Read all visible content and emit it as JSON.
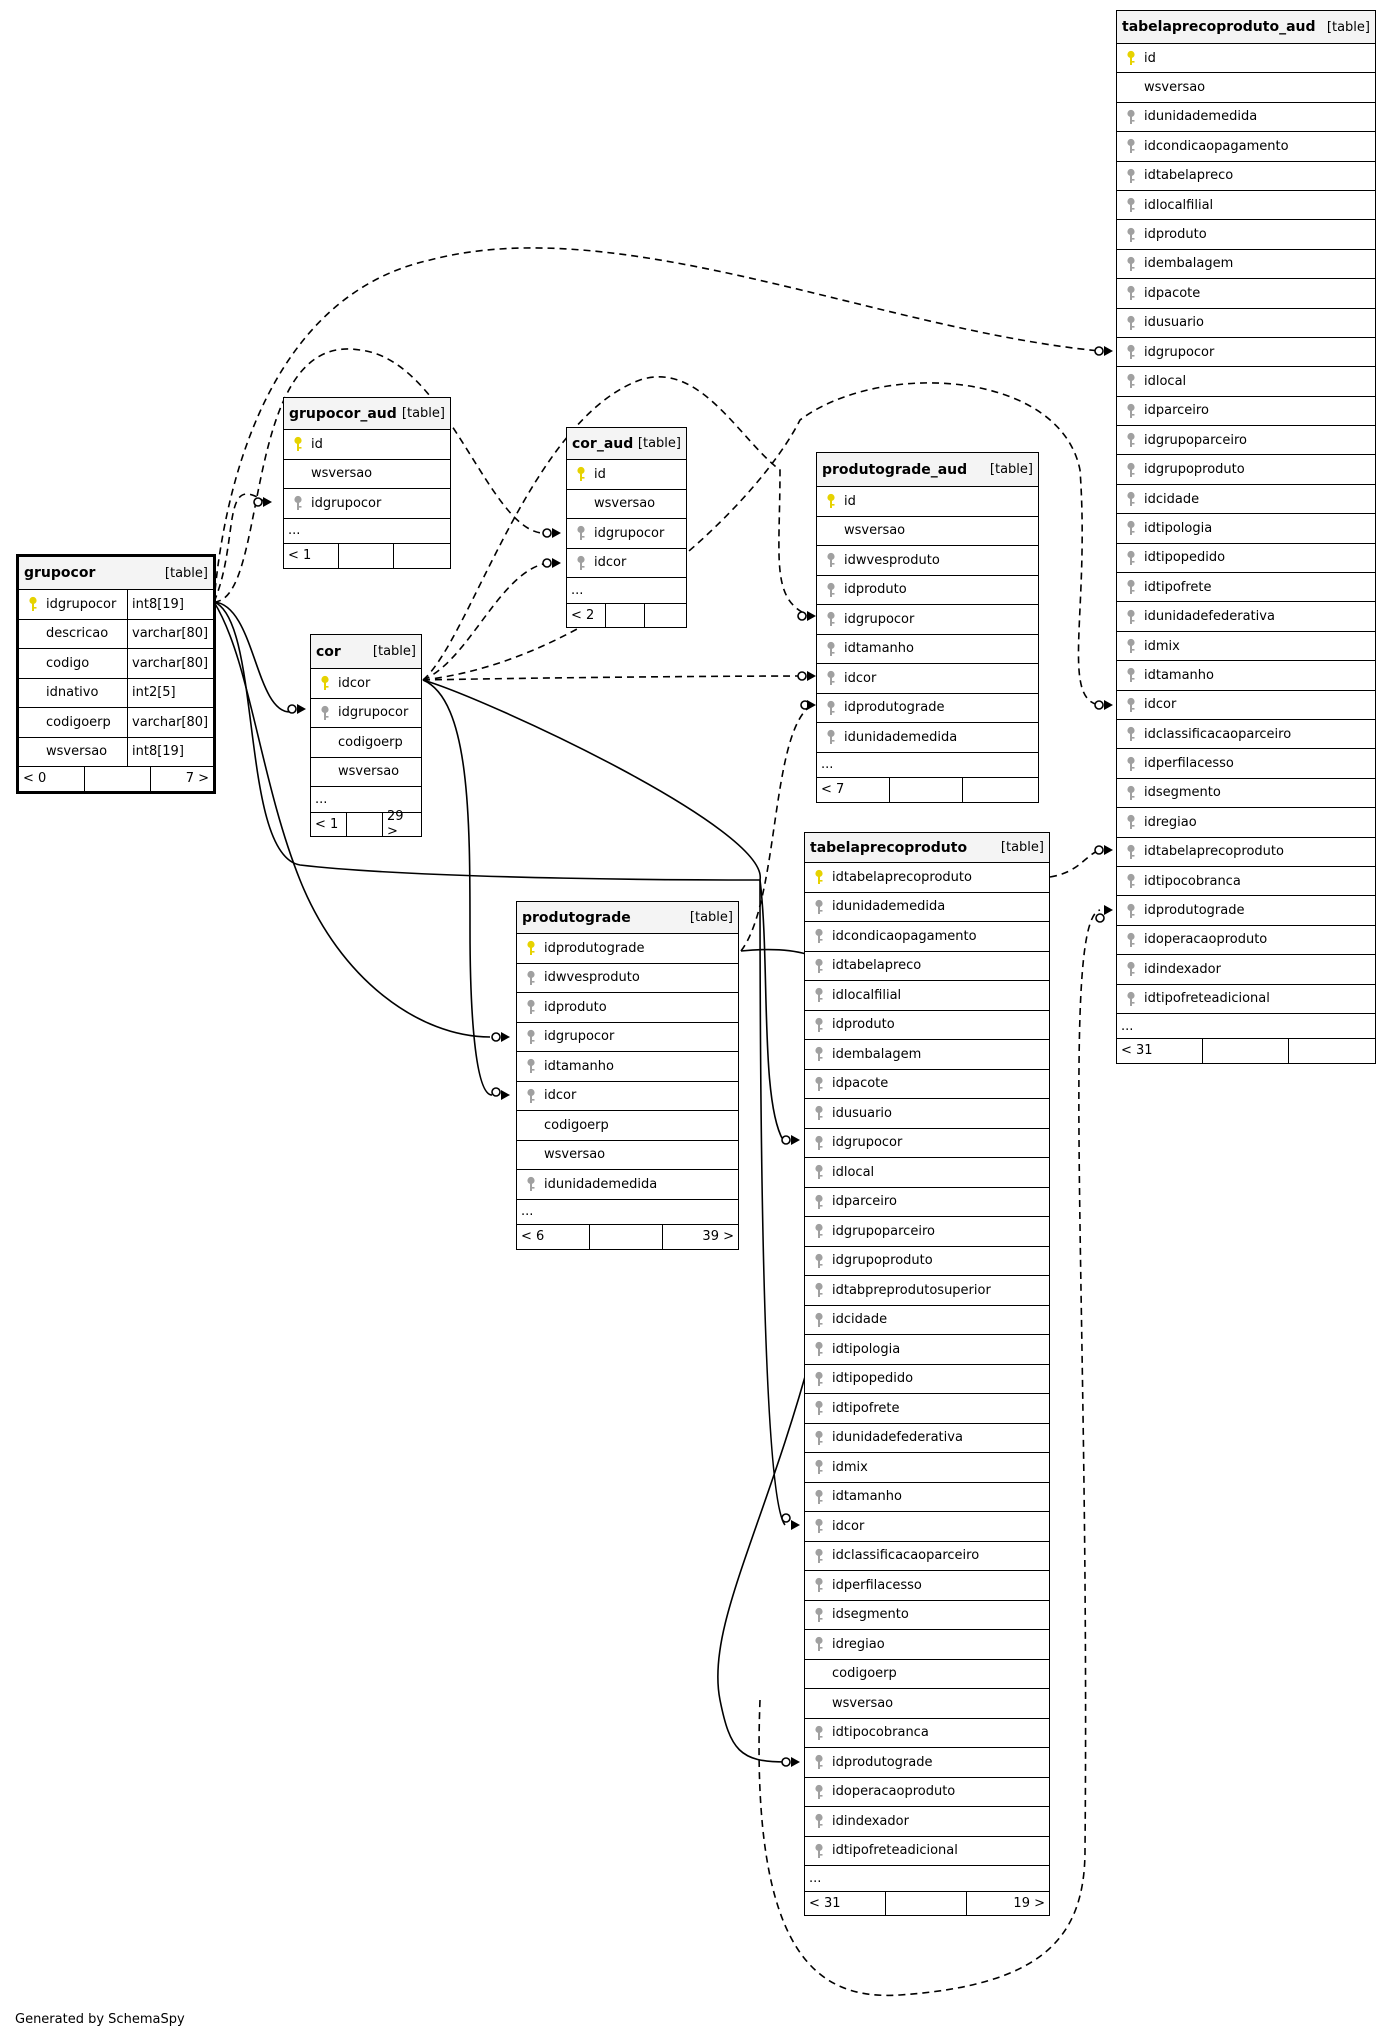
{
  "credit": "Generated by SchemaSpy",
  "colors": {
    "pk_key": "#e6d200",
    "fk_key": "#a0a0a0",
    "header_bg": "#f4f4f4",
    "line": "#000000"
  },
  "tables": {
    "tabelaprecoproduto_aud": {
      "name": "tabelaprecoproduto_aud",
      "type": "[table]",
      "columns": [
        {
          "name": "id",
          "key": "pk"
        },
        {
          "name": "wsversao",
          "key": ""
        },
        {
          "name": "idunidademedida",
          "key": "fk"
        },
        {
          "name": "idcondicaopagamento",
          "key": "fk"
        },
        {
          "name": "idtabelapreco",
          "key": "fk"
        },
        {
          "name": "idlocalfilial",
          "key": "fk"
        },
        {
          "name": "idproduto",
          "key": "fk"
        },
        {
          "name": "idembalagem",
          "key": "fk"
        },
        {
          "name": "idpacote",
          "key": "fk"
        },
        {
          "name": "idusuario",
          "key": "fk"
        },
        {
          "name": "idgrupocor",
          "key": "fk"
        },
        {
          "name": "idlocal",
          "key": "fk"
        },
        {
          "name": "idparceiro",
          "key": "fk"
        },
        {
          "name": "idgrupoparceiro",
          "key": "fk"
        },
        {
          "name": "idgrupoproduto",
          "key": "fk"
        },
        {
          "name": "idcidade",
          "key": "fk"
        },
        {
          "name": "idtipologia",
          "key": "fk"
        },
        {
          "name": "idtipopedido",
          "key": "fk"
        },
        {
          "name": "idtipofrete",
          "key": "fk"
        },
        {
          "name": "idunidadefederativa",
          "key": "fk"
        },
        {
          "name": "idmix",
          "key": "fk"
        },
        {
          "name": "idtamanho",
          "key": "fk"
        },
        {
          "name": "idcor",
          "key": "fk"
        },
        {
          "name": "idclassificacaoparceiro",
          "key": "fk"
        },
        {
          "name": "idperfilacesso",
          "key": "fk"
        },
        {
          "name": "idsegmento",
          "key": "fk"
        },
        {
          "name": "idregiao",
          "key": "fk"
        },
        {
          "name": "idtabelaprecoproduto",
          "key": "fk"
        },
        {
          "name": "idtipocobranca",
          "key": "fk"
        },
        {
          "name": "idprodutograde",
          "key": "fk"
        },
        {
          "name": "idoperacaoproduto",
          "key": "fk"
        },
        {
          "name": "idindexador",
          "key": "fk"
        },
        {
          "name": "idtipofreteadicional",
          "key": "fk"
        }
      ],
      "ellipsis": "...",
      "footer": {
        "parents": "< 31",
        "children": ""
      }
    },
    "grupocor_aud": {
      "name": "grupocor_aud",
      "type": "[table]",
      "columns": [
        {
          "name": "id",
          "key": "pk"
        },
        {
          "name": "wsversao",
          "key": ""
        },
        {
          "name": "idgrupocor",
          "key": "fk"
        }
      ],
      "ellipsis": "...",
      "footer": {
        "parents": "< 1",
        "children": ""
      }
    },
    "cor_aud": {
      "name": "cor_aud",
      "type": "[table]",
      "columns": [
        {
          "name": "id",
          "key": "pk"
        },
        {
          "name": "wsversao",
          "key": ""
        },
        {
          "name": "idgrupocor",
          "key": "fk"
        },
        {
          "name": "idcor",
          "key": "fk"
        }
      ],
      "ellipsis": "...",
      "footer": {
        "parents": "< 2",
        "children": ""
      }
    },
    "produtograde_aud": {
      "name": "produtograde_aud",
      "type": "[table]",
      "columns": [
        {
          "name": "id",
          "key": "pk"
        },
        {
          "name": "wsversao",
          "key": ""
        },
        {
          "name": "idwvesproduto",
          "key": "fk"
        },
        {
          "name": "idproduto",
          "key": "fk"
        },
        {
          "name": "idgrupocor",
          "key": "fk"
        },
        {
          "name": "idtamanho",
          "key": "fk"
        },
        {
          "name": "idcor",
          "key": "fk"
        },
        {
          "name": "idprodutograde",
          "key": "fk"
        },
        {
          "name": "idunidademedida",
          "key": "fk"
        }
      ],
      "ellipsis": "...",
      "footer": {
        "parents": "< 7",
        "children": ""
      }
    },
    "grupocor": {
      "name": "grupocor",
      "type": "[table]",
      "columns": [
        {
          "name": "idgrupocor",
          "key": "pk",
          "type": "int8[19]"
        },
        {
          "name": "descricao",
          "key": "",
          "type": "varchar[80]"
        },
        {
          "name": "codigo",
          "key": "",
          "type": "varchar[80]"
        },
        {
          "name": "idnativo",
          "key": "",
          "type": "int2[5]"
        },
        {
          "name": "codigoerp",
          "key": "",
          "type": "varchar[80]"
        },
        {
          "name": "wsversao",
          "key": "",
          "type": "int8[19]"
        }
      ],
      "footer": {
        "parents": "< 0",
        "children": "7 >"
      }
    },
    "cor": {
      "name": "cor",
      "type": "[table]",
      "columns": [
        {
          "name": "idcor",
          "key": "pk"
        },
        {
          "name": "idgrupocor",
          "key": "fk"
        },
        {
          "name": "codigoerp",
          "key": ""
        },
        {
          "name": "wsversao",
          "key": ""
        }
      ],
      "ellipsis": "...",
      "footer": {
        "parents": "< 1",
        "children": "29 >"
      }
    },
    "tabelaprecoproduto": {
      "name": "tabelaprecoproduto",
      "type": "[table]",
      "columns": [
        {
          "name": "idtabelaprecoproduto",
          "key": "pk"
        },
        {
          "name": "idunidademedida",
          "key": "fk"
        },
        {
          "name": "idcondicaopagamento",
          "key": "fk"
        },
        {
          "name": "idtabelapreco",
          "key": "fk"
        },
        {
          "name": "idlocalfilial",
          "key": "fk"
        },
        {
          "name": "idproduto",
          "key": "fk"
        },
        {
          "name": "idembalagem",
          "key": "fk"
        },
        {
          "name": "idpacote",
          "key": "fk"
        },
        {
          "name": "idusuario",
          "key": "fk"
        },
        {
          "name": "idgrupocor",
          "key": "fk"
        },
        {
          "name": "idlocal",
          "key": "fk"
        },
        {
          "name": "idparceiro",
          "key": "fk"
        },
        {
          "name": "idgrupoparceiro",
          "key": "fk"
        },
        {
          "name": "idgrupoproduto",
          "key": "fk"
        },
        {
          "name": "idtabpreprodutosuperior",
          "key": "fk"
        },
        {
          "name": "idcidade",
          "key": "fk"
        },
        {
          "name": "idtipologia",
          "key": "fk"
        },
        {
          "name": "idtipopedido",
          "key": "fk"
        },
        {
          "name": "idtipofrete",
          "key": "fk"
        },
        {
          "name": "idunidadefederativa",
          "key": "fk"
        },
        {
          "name": "idmix",
          "key": "fk"
        },
        {
          "name": "idtamanho",
          "key": "fk"
        },
        {
          "name": "idcor",
          "key": "fk"
        },
        {
          "name": "idclassificacaoparceiro",
          "key": "fk"
        },
        {
          "name": "idperfilacesso",
          "key": "fk"
        },
        {
          "name": "idsegmento",
          "key": "fk"
        },
        {
          "name": "idregiao",
          "key": "fk"
        },
        {
          "name": "codigoerp",
          "key": ""
        },
        {
          "name": "wsversao",
          "key": ""
        },
        {
          "name": "idtipocobranca",
          "key": "fk"
        },
        {
          "name": "idprodutograde",
          "key": "fk"
        },
        {
          "name": "idoperacaoproduto",
          "key": "fk"
        },
        {
          "name": "idindexador",
          "key": "fk"
        },
        {
          "name": "idtipofreteadicional",
          "key": "fk"
        }
      ],
      "ellipsis": "...",
      "footer": {
        "parents": "< 31",
        "children": "19 >"
      }
    },
    "produtograde": {
      "name": "produtograde",
      "type": "[table]",
      "columns": [
        {
          "name": "idprodutograde",
          "key": "pk"
        },
        {
          "name": "idwvesproduto",
          "key": "fk"
        },
        {
          "name": "idproduto",
          "key": "fk"
        },
        {
          "name": "idgrupocor",
          "key": "fk"
        },
        {
          "name": "idtamanho",
          "key": "fk"
        },
        {
          "name": "idcor",
          "key": "fk"
        },
        {
          "name": "codigoerp",
          "key": ""
        },
        {
          "name": "wsversao",
          "key": ""
        },
        {
          "name": "idunidademedida",
          "key": "fk"
        }
      ],
      "ellipsis": "...",
      "footer": {
        "parents": "< 6",
        "children": "39 >"
      }
    }
  }
}
